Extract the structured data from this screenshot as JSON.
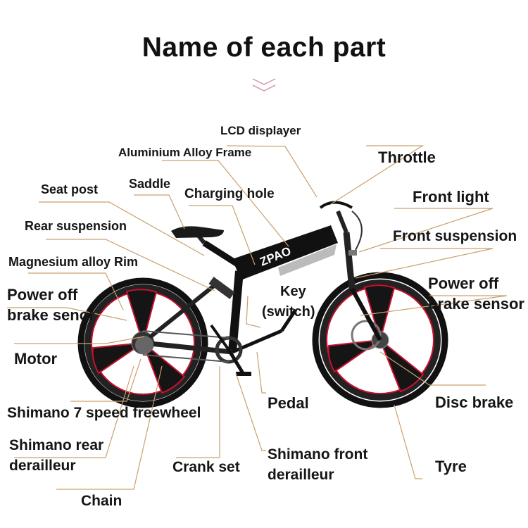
{
  "title": "Name of each part",
  "divider_icon": "double-chevron-down-icon",
  "colors": {
    "leader_line": "#caa06e",
    "chevron": "#d9a0ae",
    "frame": "#111111",
    "accent_red": "#c8102e"
  },
  "brand": "ZPAO",
  "labels": {
    "lcd": "LCD displayer",
    "frame": "Aluminium Alloy Frame",
    "throttle": "Throttle",
    "seat_post": "Seat post",
    "saddle": "Saddle",
    "charging": "Charging hole",
    "front_light": "Front light",
    "rear_susp": "Rear suspension",
    "front_susp": "Front suspension",
    "rim": "Magnesium alloy Rim",
    "brake_left_1": "Power off",
    "brake_left_2": "brake senor",
    "key_1": "Key",
    "key_2": "(switch)",
    "brake_right_1": "Power off",
    "brake_right_2": "brake sensor",
    "motor": "Motor",
    "pedal": "Pedal",
    "disc": "Disc brake",
    "freewheel": "Shimano 7 speed freewheel",
    "rear_der_1": "Shimano rear",
    "rear_der_2": "derailleur",
    "crank": "Crank set",
    "front_der_1": "Shimano front",
    "front_der_2": "derailleur",
    "tyre": "Tyre",
    "chain": "Chain"
  }
}
